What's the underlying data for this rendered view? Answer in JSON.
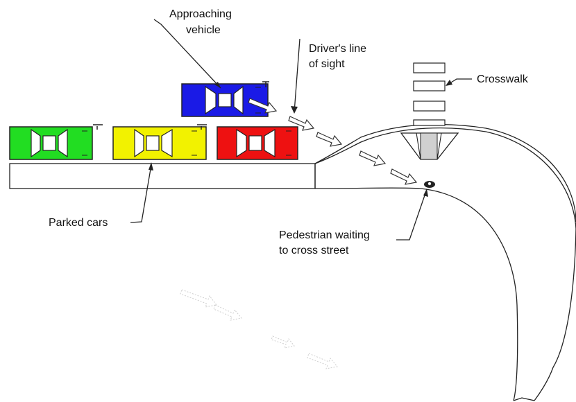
{
  "labels": {
    "approaching_line1": "Approaching",
    "approaching_line2": "vehicle",
    "sight_line1": "Driver's line",
    "sight_line2": "of sight",
    "crosswalk": "Crosswalk",
    "parked": "Parked cars",
    "pedestrian_line1": "Pedestrian waiting",
    "pedestrian_line2": "to cross street"
  },
  "cars": [
    {
      "name": "approaching-car",
      "color": "#1a1ae6"
    },
    {
      "name": "parked-car-green",
      "color": "#22dd22"
    },
    {
      "name": "parked-car-yellow",
      "color": "#f2f200"
    },
    {
      "name": "parked-car-red",
      "color": "#ee1111"
    }
  ]
}
